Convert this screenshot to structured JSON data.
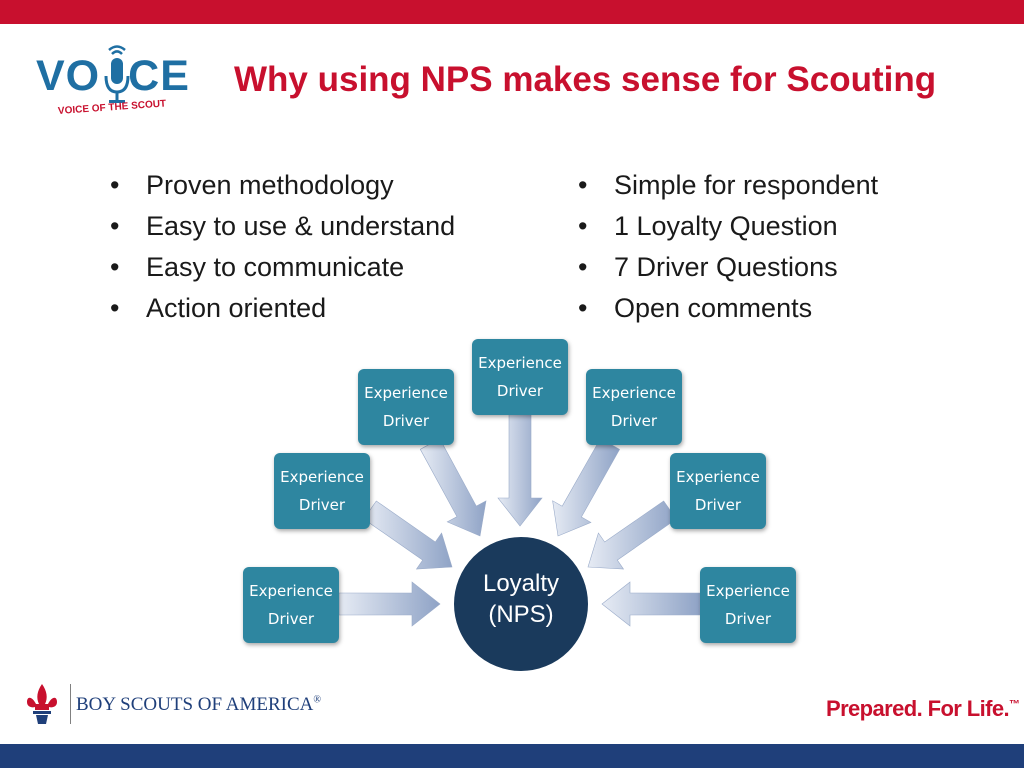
{
  "header": {
    "logo_text": "VOICE",
    "logo_tagline": "VOICE OF THE SCOUT",
    "title": "Why using NPS makes sense for Scouting"
  },
  "bullets_left": [
    "Proven methodology",
    "Easy to use & understand",
    "Easy to communicate",
    "Action oriented"
  ],
  "bullets_right": [
    "Simple for respondent",
    "1 Loyalty Question",
    "7 Driver Questions",
    "Open comments"
  ],
  "diagram": {
    "hub": {
      "line1": "Loyalty",
      "line2": "(NPS)"
    },
    "drivers": [
      {
        "line1": "Experience",
        "line2": "Driver"
      },
      {
        "line1": "Experience",
        "line2": "Driver"
      },
      {
        "line1": "Experience",
        "line2": "Driver"
      },
      {
        "line1": "Experience",
        "line2": "Driver"
      },
      {
        "line1": "Experience",
        "line2": "Driver"
      },
      {
        "line1": "Experience",
        "line2": "Driver"
      },
      {
        "line1": "Experience",
        "line2": "Driver"
      }
    ]
  },
  "footer": {
    "org_name": "BOY SCOUTS OF AMERICA",
    "org_mark": "®",
    "slogan": "Prepared. For Life.",
    "slogan_mark": "™"
  },
  "colors": {
    "brand_red": "#c8102e",
    "brand_blue": "#1f3f7a",
    "driver_box": "#2e86a0",
    "hub": "#1a3a5c",
    "arrow": "#a4b4d0"
  },
  "icons": [
    "microphone-icon",
    "fleur-de-lis-icon"
  ]
}
